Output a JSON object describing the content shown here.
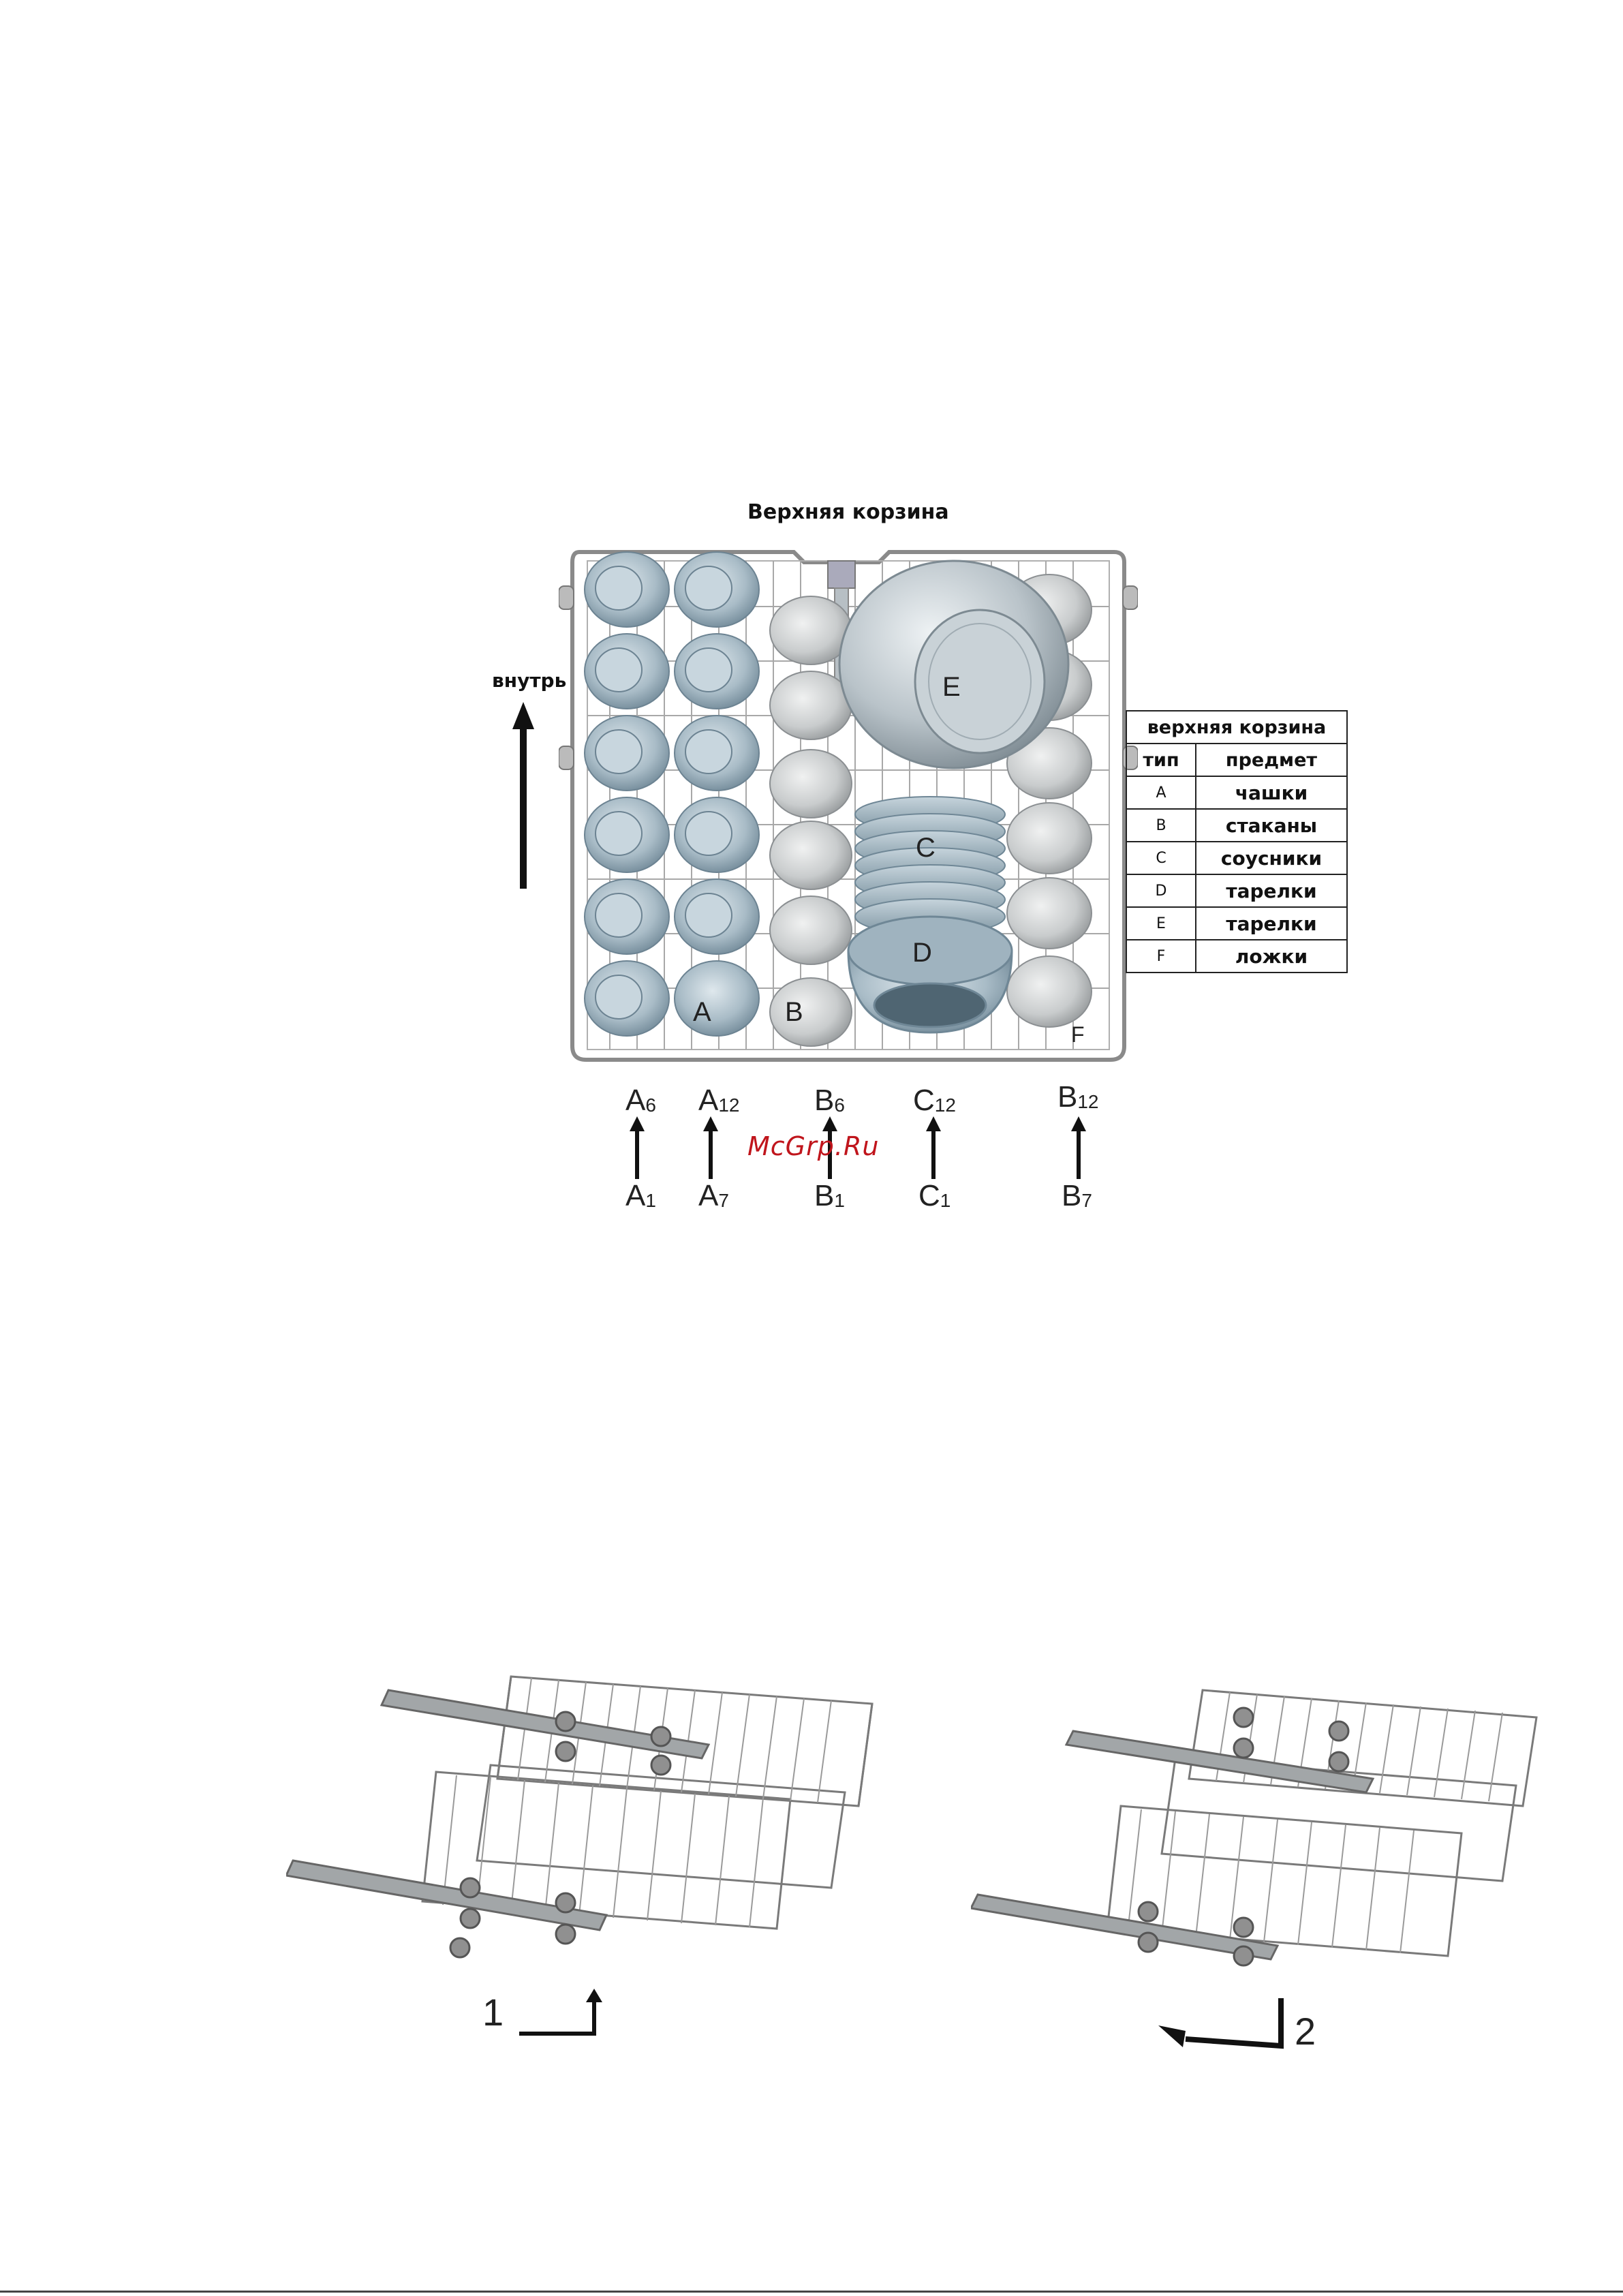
{
  "upper_basket": {
    "title": "Верхняя корзина",
    "inside_label": "внутрь",
    "item_labels": [
      "E",
      "C",
      "D",
      "A",
      "B",
      "F"
    ],
    "slots": [
      {
        "top_letter": "A",
        "top_sub": "6",
        "bottom_letter": "A",
        "bottom_sub": "1"
      },
      {
        "top_letter": "A",
        "top_sub": "12",
        "bottom_letter": "A",
        "bottom_sub": "7"
      },
      {
        "top_letter": "B",
        "top_sub": "6",
        "bottom_letter": "B",
        "bottom_sub": "1"
      },
      {
        "top_letter": "C",
        "top_sub": "12",
        "bottom_letter": "C",
        "bottom_sub": "1"
      },
      {
        "top_letter": "B",
        "top_sub": "12",
        "bottom_letter": "B",
        "bottom_sub": "7"
      }
    ],
    "watermark": "McGrp.Ru"
  },
  "legend": {
    "title": "верхняя корзина",
    "col_type": "тип",
    "col_item": "предмет",
    "rows": [
      {
        "type": "A",
        "item": "чашки"
      },
      {
        "type": "B",
        "item": "стаканы"
      },
      {
        "type": "C",
        "item": "соусники"
      },
      {
        "type": "D",
        "item": "тарелки"
      },
      {
        "type": "E",
        "item": "тарелки"
      },
      {
        "type": "F",
        "item": "ложки"
      }
    ]
  },
  "adjustment": {
    "step1": "1",
    "step2": "2"
  },
  "colors": {
    "dish": "#a9bcc7",
    "dish_dark": "#7f96a3",
    "glass": "#c9cccd",
    "wire": "#8a8a8a",
    "watermark": "#c0151c"
  }
}
